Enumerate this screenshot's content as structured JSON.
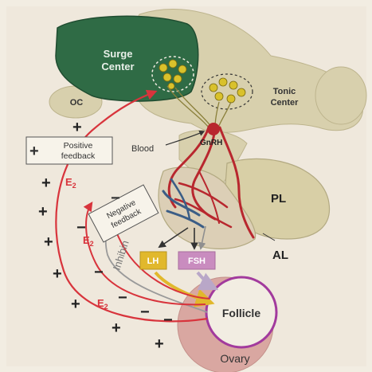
{
  "labels": {
    "surge_center": [
      "Surge",
      "Center"
    ],
    "tonic_center": [
      "Tonic",
      "Center"
    ],
    "oc": "OC",
    "blood": "Blood",
    "gnrh": "GnRH",
    "positive_feedback": [
      "Positive",
      "feedback"
    ],
    "negative_feedback": [
      "Negative",
      "feedback"
    ],
    "inhibin": "Inhibin",
    "e2": "E",
    "e2_sub": "2",
    "pl": "PL",
    "al": "AL",
    "lh": "LH",
    "fsh": "FSH",
    "follicle": "Follicle",
    "ovary": "Ovary",
    "plus": "+",
    "minus": "−"
  },
  "colors": {
    "background": "#f2ede2",
    "surge_center": "#2f6b45",
    "tissue": "#d8d0ad",
    "feedback_arrow": "#d8343c",
    "vessel_red": "#b8272e",
    "vessel_blue": "#3b5d86",
    "lh_box": "#e1b82c",
    "fsh_box": "#c98cbf",
    "ovary": "#d9a7a1",
    "follicle_ring": "#a23a9d",
    "neuron": "#d9c12b"
  }
}
